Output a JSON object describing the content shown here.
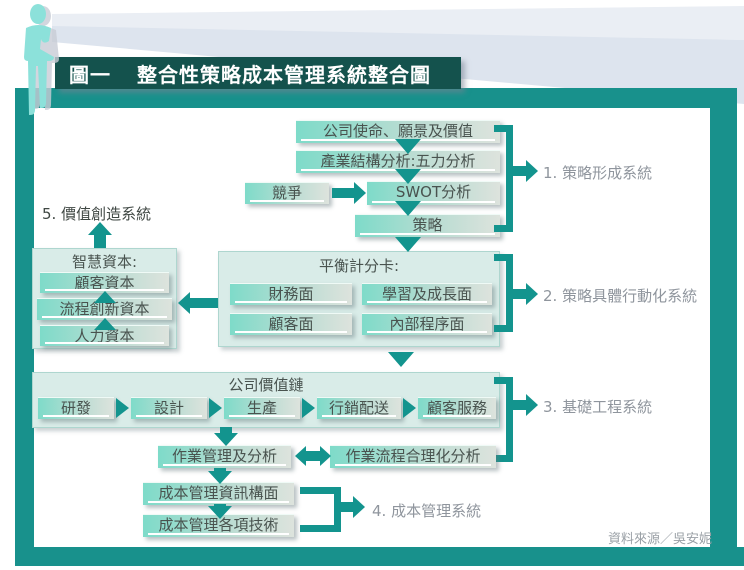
{
  "title": {
    "figure_label": "圖一",
    "text": "整合性策略成本管理系統整合圖"
  },
  "colors": {
    "frame_teal": "#18918c",
    "title_bg": "#14524d",
    "arrow_teal": "#13948e",
    "box_gradient_start": "#7edbc9",
    "box_gradient_end": "#dde3dd",
    "container_fill": "#d9ece8",
    "label_gray": "#8f959d",
    "person_aqua": "#8ce1da"
  },
  "strategy_formation": {
    "mission": "公司使命、願景及價值",
    "industry": "產業結構分析:五力分析",
    "competition": "競爭",
    "swot": "SWOT分析",
    "strategy": "策略"
  },
  "system_labels": {
    "s1": "1. 策略形成系統",
    "s2": "2. 策略具體行動化系統",
    "s3": "3. 基礎工程系統",
    "s4": "4. 成本管理系統",
    "s5": "5. 價值創造系統"
  },
  "intellectual_capital": {
    "title": "智慧資本:",
    "items": [
      "顧客資本",
      "流程創新資本",
      "人力資本"
    ]
  },
  "balanced_scorecard": {
    "title": "平衡計分卡:",
    "items": [
      "財務面",
      "學習及成長面",
      "顧客面",
      "內部程序面"
    ]
  },
  "value_chain": {
    "title": "公司價值鏈",
    "items": [
      "研發",
      "設計",
      "生產",
      "行銷配送",
      "顧客服務"
    ]
  },
  "operations": {
    "management": "作業管理及分析",
    "rationalization": "作業流程合理化分析"
  },
  "cost_management": {
    "info": "成本管理資訊構面",
    "techniques": "成本管理各項技術"
  },
  "source": "資料來源／吳安妮"
}
